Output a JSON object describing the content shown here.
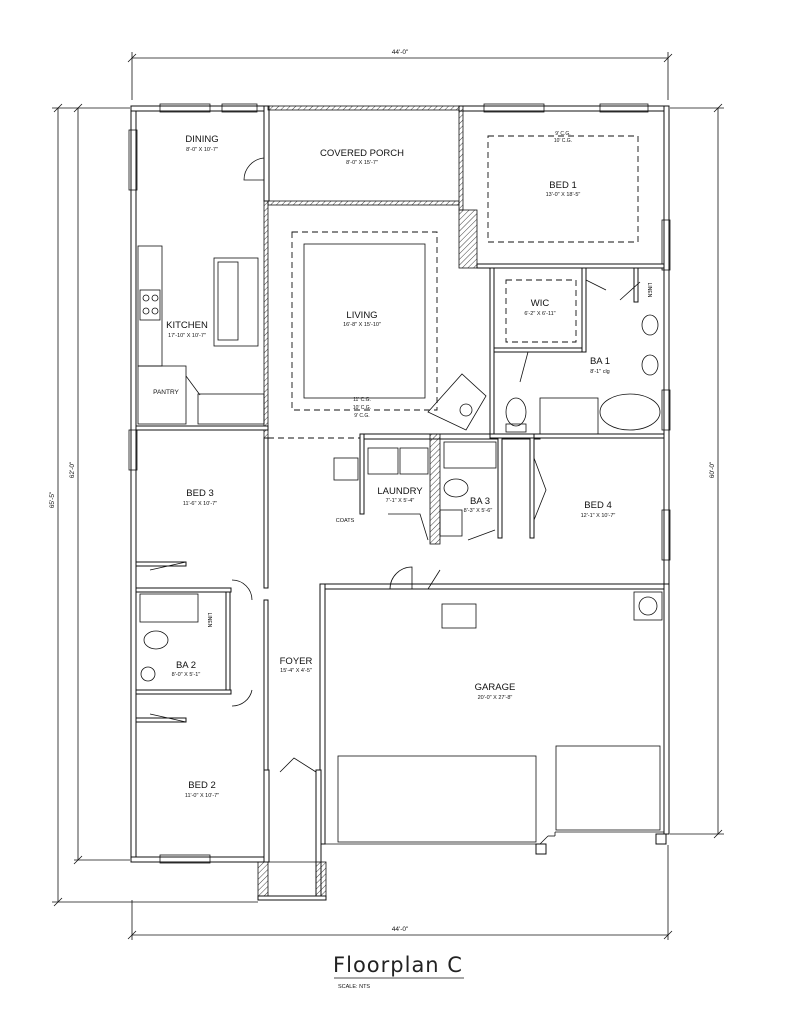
{
  "plan": {
    "dims": {
      "top": "44'-0\"",
      "bottom": "44'-0\"",
      "left_outer": "65'-5\"",
      "left_inner": "62'-0\"",
      "right": "60'-0\""
    },
    "rooms": {
      "dining": {
        "name": "DINING",
        "size": "8'-0\" X 10'-7\""
      },
      "porch": {
        "name": "COVERED PORCH",
        "size": "8'-0\" X 15'-7\""
      },
      "bed1": {
        "name": "BED 1",
        "size": "13'-0\" X 18'-5\"",
        "ceiling1": "9' C.G.",
        "ceiling2": "10' C.G."
      },
      "kitchen": {
        "name": "KITCHEN",
        "size": "17'-10\" X 10'-7\""
      },
      "pantry": {
        "name": "PANTRY"
      },
      "living": {
        "name": "LIVING",
        "size": "16'-8\" X 15'-10\"",
        "ceiling1": "11' C.G.",
        "ceiling2": "10' C.G.",
        "ceiling3": "9' C.G."
      },
      "wic": {
        "name": "WIC",
        "size": "6'-2\" X 6'-11\""
      },
      "linen1": {
        "name": "LINEN"
      },
      "ba1": {
        "name": "BA 1",
        "size": "8'-1\" clg"
      },
      "bed3": {
        "name": "BED 3",
        "size": "11'-6\" X 10'-7\""
      },
      "laundry": {
        "name": "LAUNDRY",
        "size": "7'-1\" X 5'-4\""
      },
      "coats": {
        "name": "COATS"
      },
      "ba3": {
        "name": "BA 3",
        "size": "8'-3\" X 5'-6\""
      },
      "bed4": {
        "name": "BED 4",
        "size": "12'-1\" X 10'-7\""
      },
      "linen2": {
        "name": "LINEN"
      },
      "ba2": {
        "name": "BA 2",
        "size": "8'-0\" X 5'-1\""
      },
      "foyer": {
        "name": "FOYER",
        "size": "15'-4\" X 4'-5\""
      },
      "garage": {
        "name": "GARAGE",
        "size": "20'-0\" X 27'-8\""
      },
      "bed2": {
        "name": "BED 2",
        "size": "11'-0\" X 10'-7\""
      }
    },
    "title": "Floorplan C",
    "scale": "SCALE: NTS"
  }
}
